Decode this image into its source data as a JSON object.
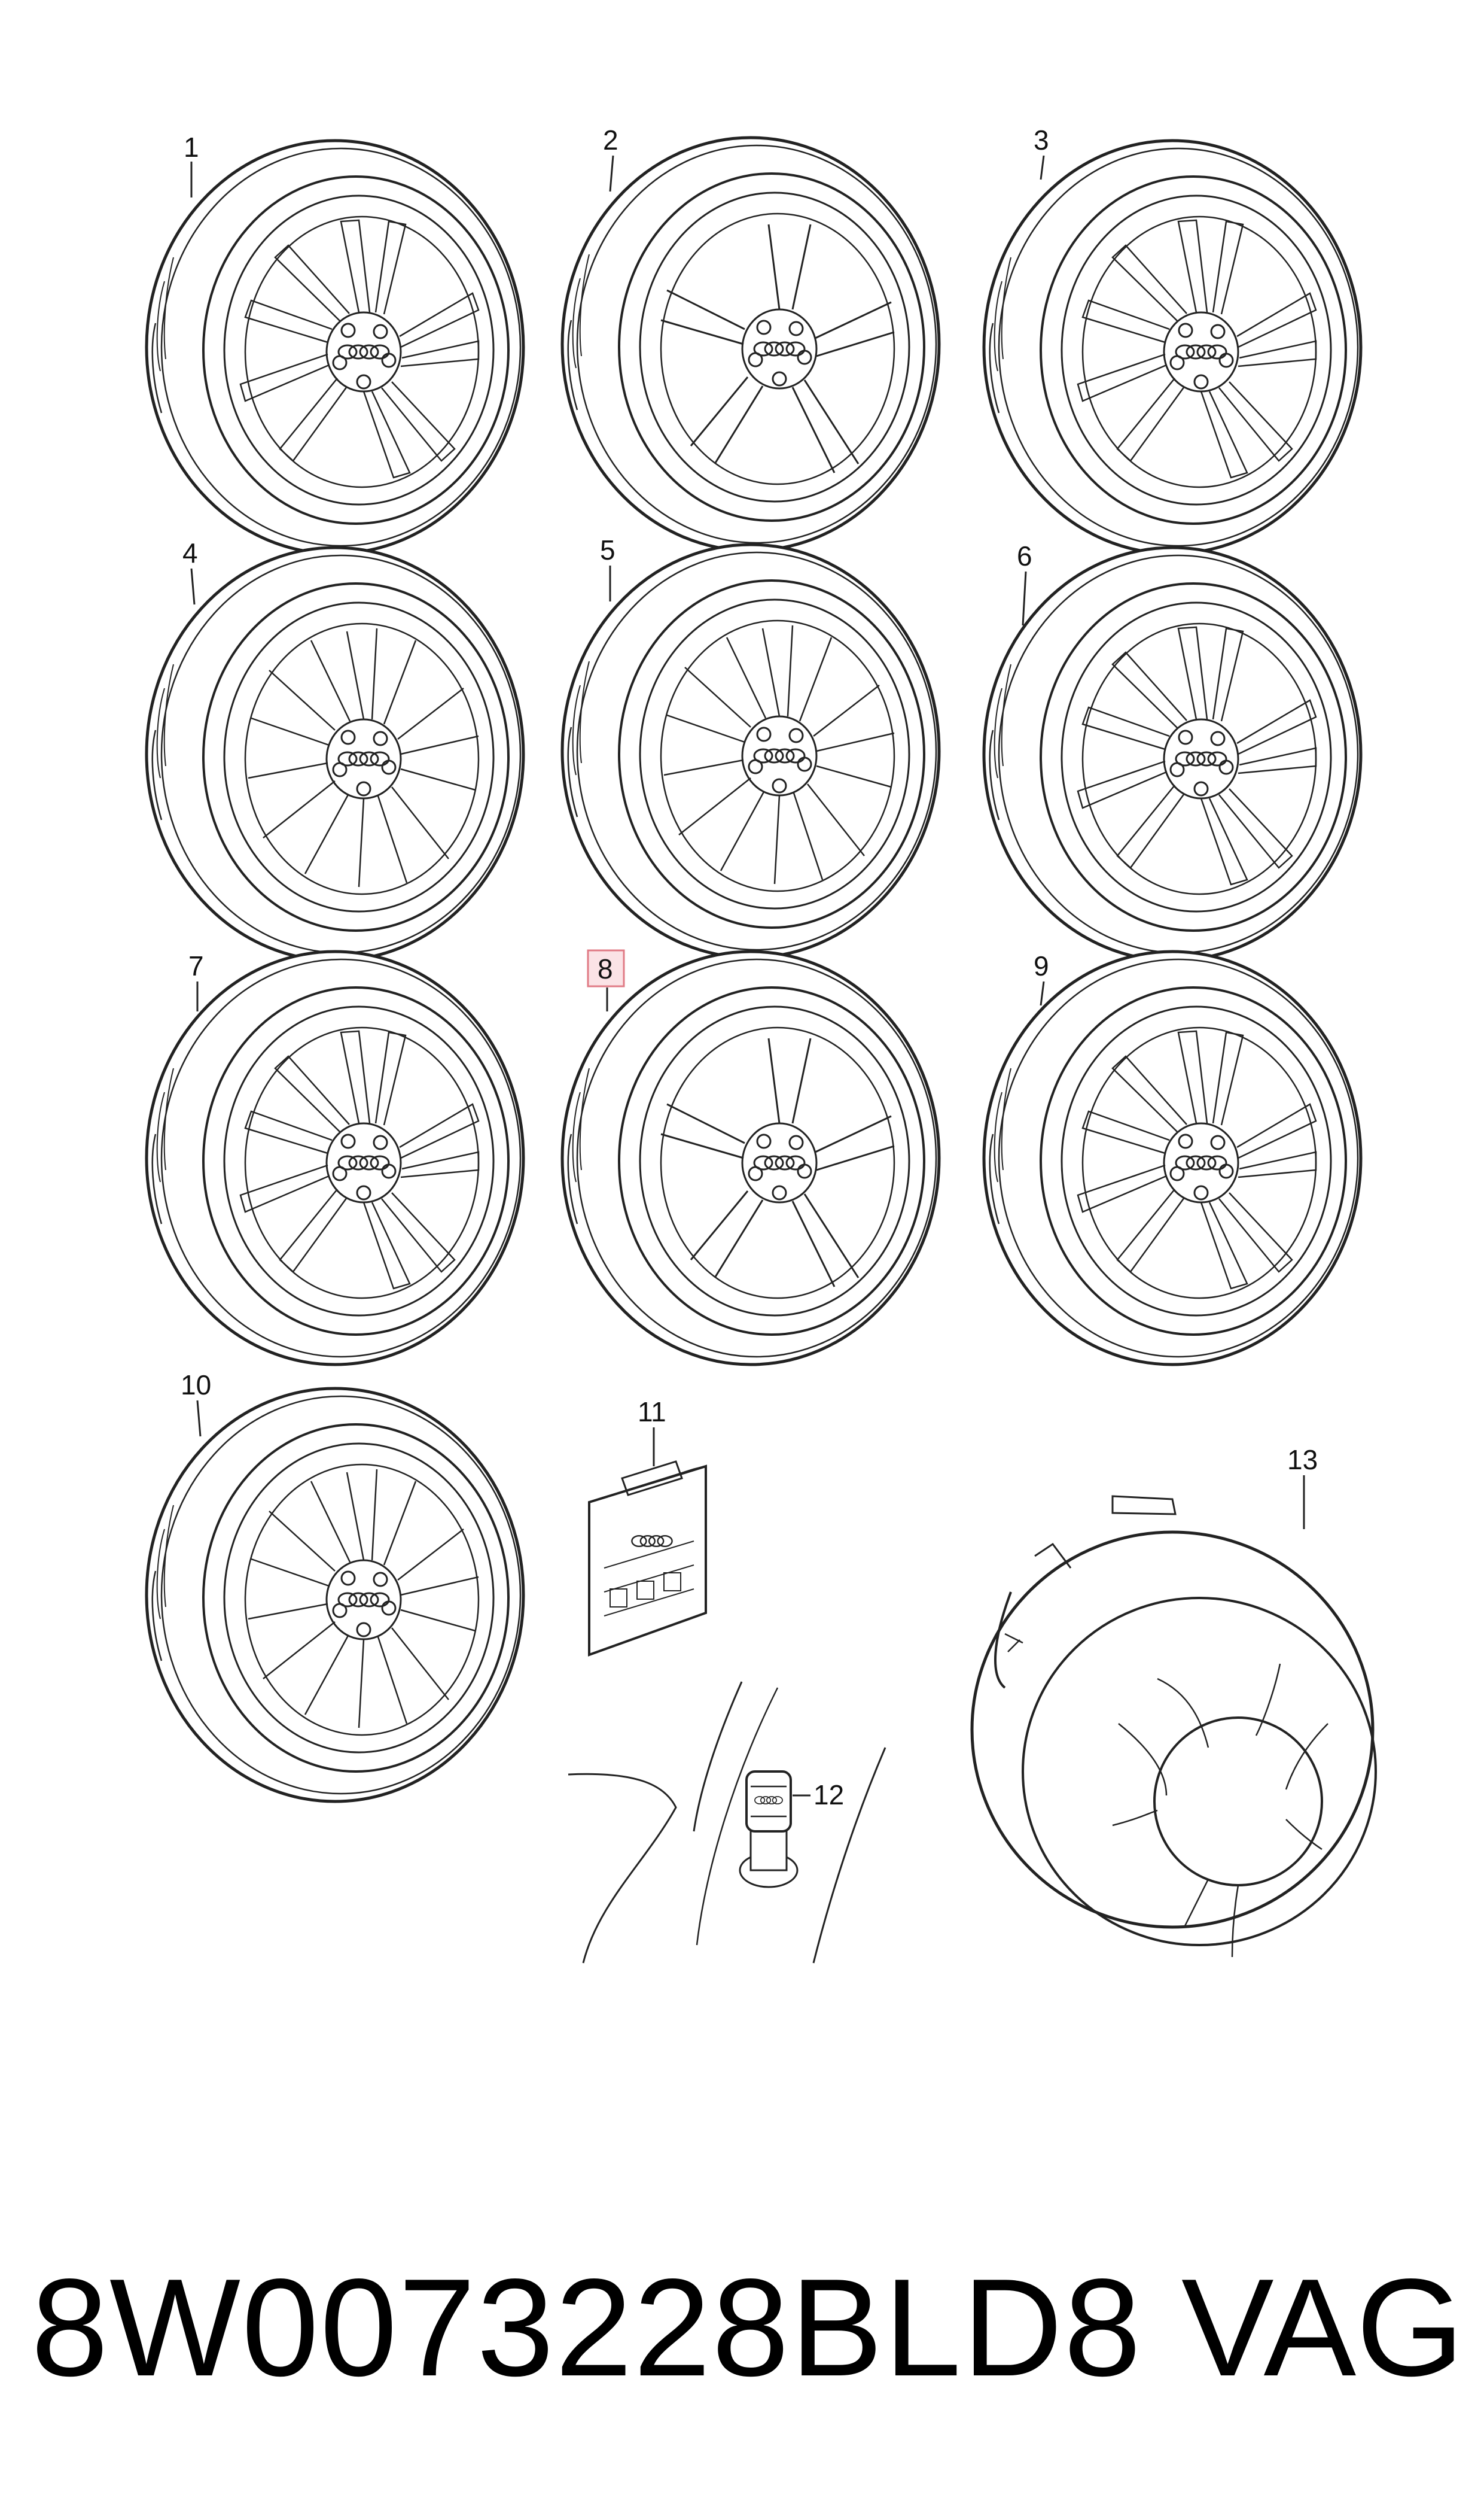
{
  "callouts": [
    {
      "id": "1",
      "label": "1"
    },
    {
      "id": "2",
      "label": "2"
    },
    {
      "id": "3",
      "label": "3"
    },
    {
      "id": "4",
      "label": "4"
    },
    {
      "id": "5",
      "label": "5"
    },
    {
      "id": "6",
      "label": "6"
    },
    {
      "id": "7",
      "label": "7"
    },
    {
      "id": "8",
      "label": "8",
      "highlighted": true
    },
    {
      "id": "9",
      "label": "9"
    },
    {
      "id": "10",
      "label": "10"
    },
    {
      "id": "11",
      "label": "11"
    },
    {
      "id": "12",
      "label": "12"
    },
    {
      "id": "13",
      "label": "13"
    }
  ],
  "footer": {
    "part_number": "8W0073228BLD8",
    "brand": "VAG"
  },
  "colors": {
    "line": "#222222",
    "highlight_box": "#e07b86",
    "highlight_fill": "#fbe3e6"
  }
}
